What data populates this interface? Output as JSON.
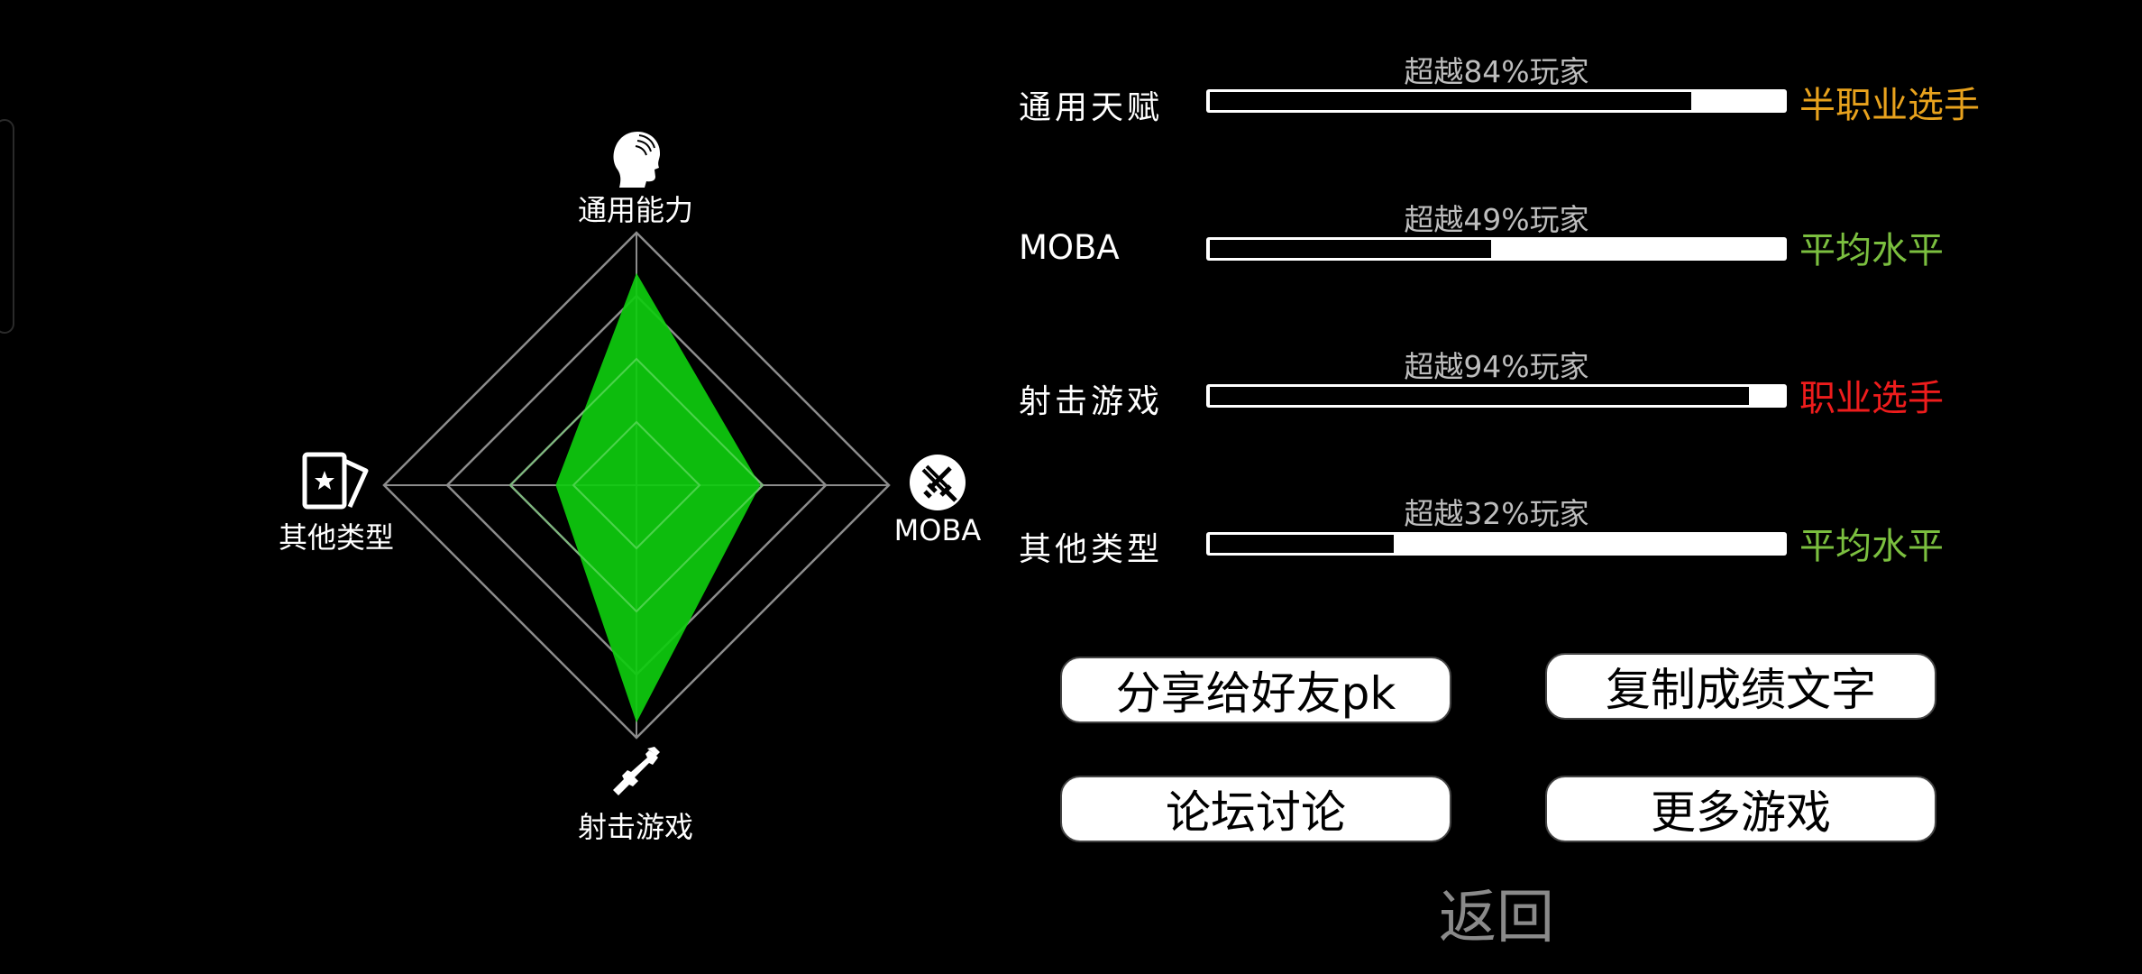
{
  "radar": {
    "axes": [
      {
        "label": "通用能力",
        "icon": "head-silhouette-icon",
        "value": 0.84
      },
      {
        "label": "MOBA",
        "icon": "crossed-swords-icon",
        "value": 0.49
      },
      {
        "label": "射击游戏",
        "icon": "rifle-icon",
        "value": 0.94
      },
      {
        "label": "其他类型",
        "icon": "star-cards-icon",
        "value": 0.32
      }
    ],
    "fill_color": "#0ecc0e",
    "grid_color": "#8c8c8c"
  },
  "stats": [
    {
      "name": "通用天赋",
      "percentile_text": "超越84%玩家",
      "percentile": 84,
      "level": "半职业选手",
      "level_color": "#e8a21d"
    },
    {
      "name": "MOBA",
      "percentile_text": "超越49%玩家",
      "percentile": 49,
      "level": "平均水平",
      "level_color": "#7bbf3f"
    },
    {
      "name": "射击游戏",
      "percentile_text": "超越94%玩家",
      "percentile": 94,
      "level": "职业选手",
      "level_color": "#ee1c1c"
    },
    {
      "name": "其他类型",
      "percentile_text": "超越32%玩家",
      "percentile": 32,
      "level": "平均水平",
      "level_color": "#7bbf3f"
    }
  ],
  "buttons": {
    "share": "分享给好友pk",
    "copy": "复制成绩文字",
    "forum": "论坛讨论",
    "more": "更多游戏",
    "back": "返回"
  }
}
